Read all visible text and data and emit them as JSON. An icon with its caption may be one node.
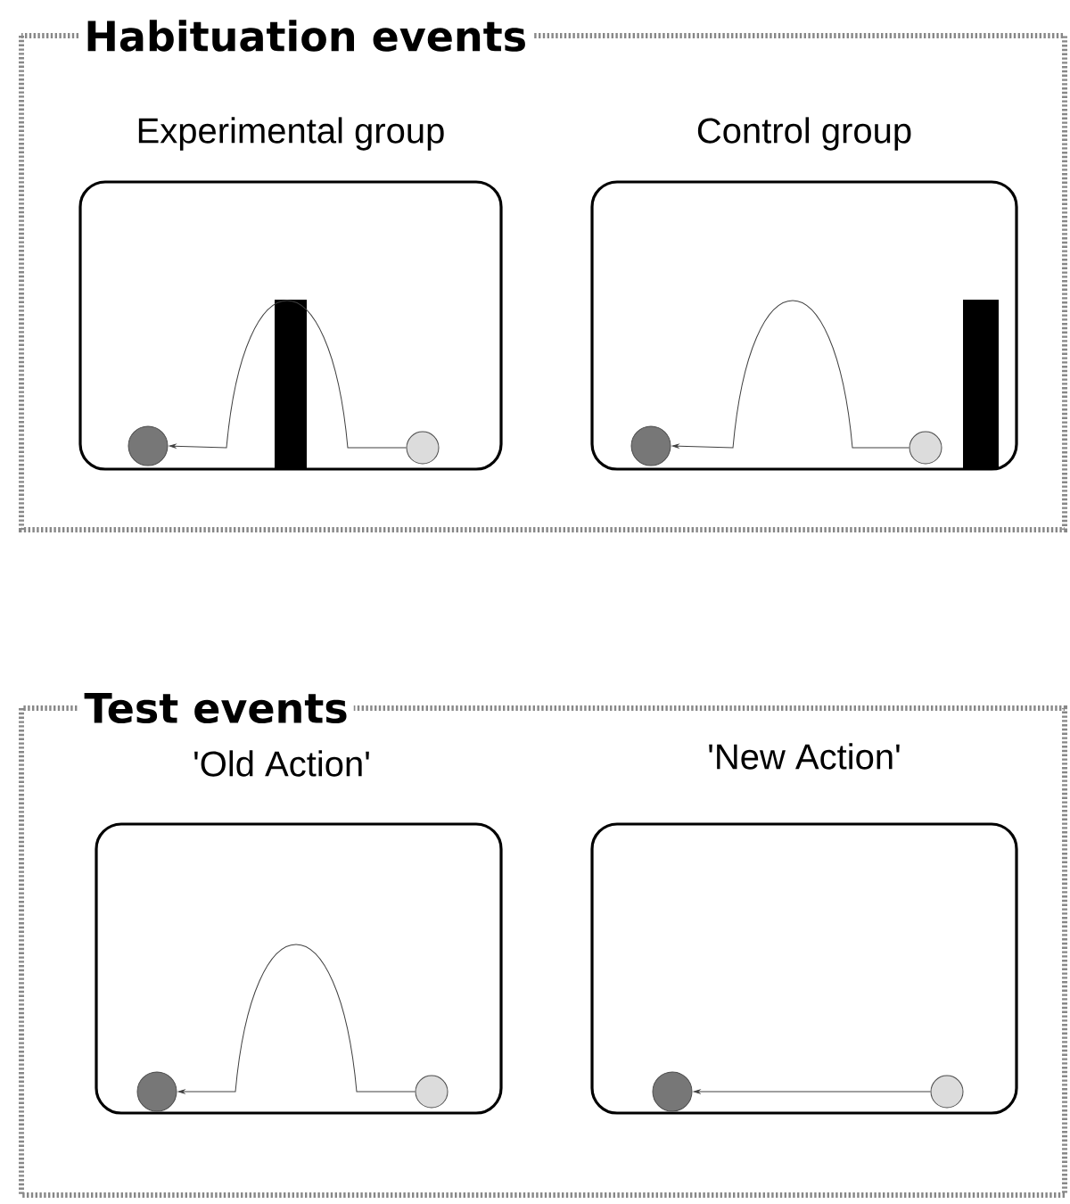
{
  "diagram": {
    "nodes": [
      {
        "text": [
          "Habituation events"
        ]
      },
      {
        "text": [
          "Experimental group"
        ],
        "in": 0
      },
      {
        "text": [],
        "shape": "circle",
        "in": 1
      },
      {
        "text": [],
        "shape": "bar",
        "in": 1
      },
      {
        "text": [],
        "shape": "circle",
        "in": 1
      },
      {
        "text": [
          "Control group"
        ],
        "in": 0
      },
      {
        "text": [],
        "shape": "circle",
        "in": 5
      },
      {
        "text": [],
        "shape": "circle",
        "in": 5
      },
      {
        "text": [],
        "shape": "bar",
        "in": 5
      },
      {
        "text": [
          "Test events"
        ]
      },
      {
        "text": [
          "'Old Action'"
        ],
        "in": 9
      },
      {
        "text": [],
        "shape": "circle",
        "in": 10
      },
      {
        "text": [],
        "shape": "circle",
        "in": 10
      },
      {
        "text": [
          "'New Action'"
        ],
        "in": 9
      },
      {
        "text": [],
        "shape": "circle",
        "in": 13
      },
      {
        "text": [],
        "shape": "circle",
        "in": 13
      }
    ],
    "edges": [
      {
        "from": 4,
        "to": 2,
        "arrow": "to"
      },
      {
        "from": 7,
        "to": 6,
        "arrow": "to"
      },
      {
        "from": 12,
        "to": 11,
        "arrow": "to"
      },
      {
        "from": 15,
        "to": 14,
        "arrow": "to"
      }
    ]
  }
}
